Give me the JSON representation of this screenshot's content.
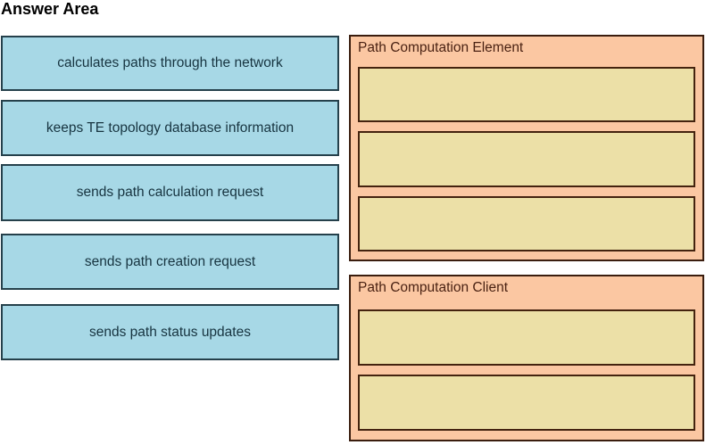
{
  "title": "Answer Area",
  "options": [
    {
      "label": "calculates paths through the network"
    },
    {
      "label": "keeps TE topology database information"
    },
    {
      "label": "sends path calculation request"
    },
    {
      "label": "sends path creation request"
    },
    {
      "label": "sends path status updates"
    }
  ],
  "targets": [
    {
      "label": "Path Computation Element",
      "slot_count": 3
    },
    {
      "label": "Path Computation Client",
      "slot_count": 2
    }
  ],
  "colors": {
    "option_fill": "#a7d8e6",
    "option_border": "#25404b",
    "option_text": "#173440",
    "target_fill": "#fbc7a2",
    "target_border": "#3a1d0e",
    "target_text": "#4a2213",
    "slot_fill": "#ece0a7",
    "slot_border": "#44230f",
    "title_text": "#000000"
  }
}
